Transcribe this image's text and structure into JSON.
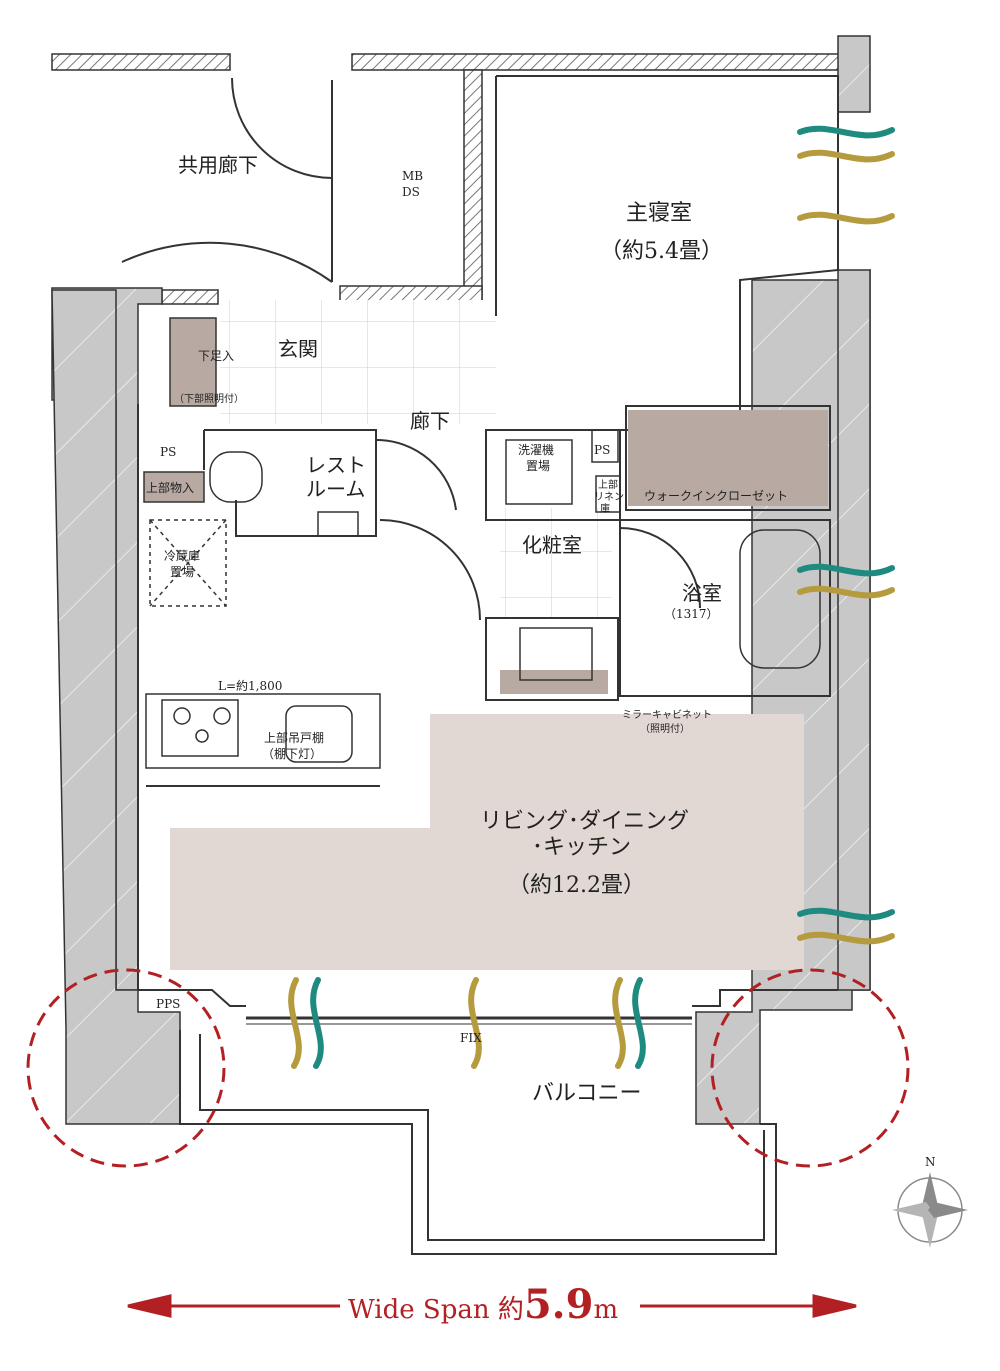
{
  "colors": {
    "wall_hatch": "#9a9a9a",
    "structure_gray": "#c8c8c8",
    "floor_beige": "#e2d8d3",
    "closet_brown": "#b8aaa3",
    "wind_teal": "#1f8a80",
    "wind_gold": "#b59a3e",
    "highlight_red": "#b32024",
    "compass_gray": "#8a8a8a"
  },
  "rooms": {
    "common_corridor": "共用廊下",
    "mb": "MB",
    "ds": "DS",
    "master_bedroom": "主寝室",
    "master_bedroom_size": "（約5.4畳）",
    "entrance": "玄関",
    "shoe_box_1": "下足入",
    "shoe_box_2": "（下部照明付）",
    "hallway": "廊下",
    "ps1": "PS",
    "ps2": "PS",
    "restroom_1": "レスト",
    "restroom_2": "ルーム",
    "upper_storage": "上部物入",
    "washer_1": "洗濯機",
    "washer_2": "置場",
    "linen_1": "上部",
    "linen_2": "リネン",
    "linen_3": "庫",
    "walk_in_closet": "ウォークインクローゼット",
    "vanity": "化粧室",
    "fridge_1": "冷蔵庫",
    "fridge_2": "置場",
    "bathroom": "浴室",
    "bathroom_size": "（1317）",
    "kitchen_length": "L=約1,800",
    "cabinet_1": "上部吊戸棚",
    "cabinet_2": "（棚下灯）",
    "mirror_cabinet_1": "ミラーキャビネット",
    "mirror_cabinet_2": "（照明付）",
    "ldk_1": "リビング･ダイニング",
    "ldk_2": "･キッチン",
    "ldk_size": "（約12.2畳）",
    "pps": "PPS",
    "fix": "FIX",
    "balcony": "バルコニー"
  },
  "compass": {
    "north": "N"
  },
  "footer": {
    "span_label": "Wide Span 約",
    "span_value": "5.9",
    "span_unit": "m"
  }
}
